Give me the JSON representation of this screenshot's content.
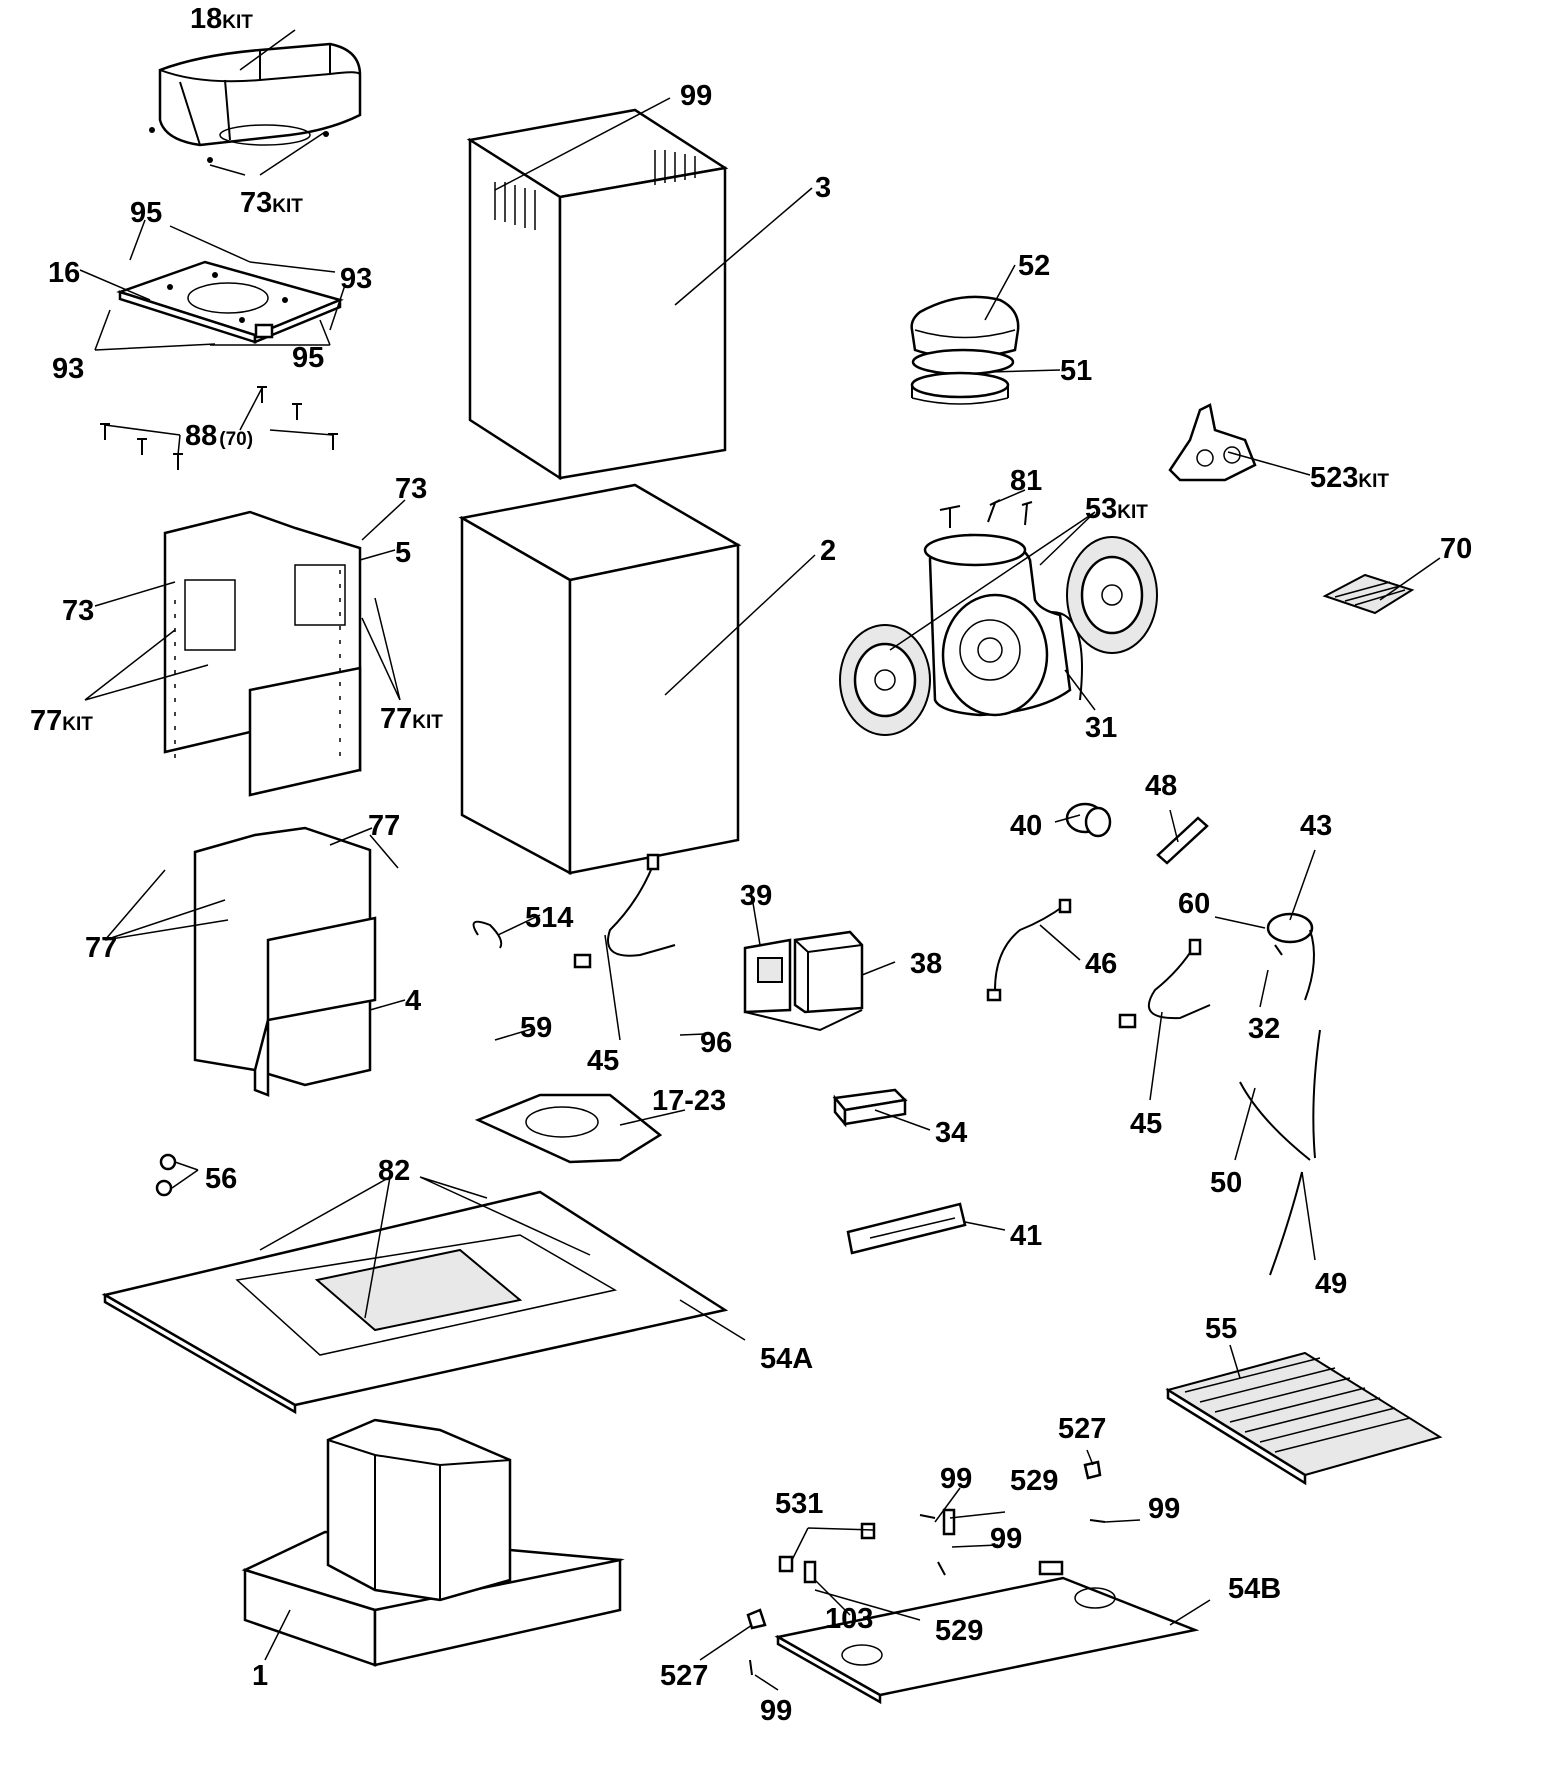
{
  "callouts": [
    {
      "id": "c18",
      "num": "18",
      "suffix": "KIT"
    },
    {
      "id": "c73a",
      "num": "73",
      "suffix": "KIT"
    },
    {
      "id": "c99a",
      "num": "99",
      "suffix": ""
    },
    {
      "id": "c3",
      "num": "3",
      "suffix": ""
    },
    {
      "id": "c95a",
      "num": "95",
      "suffix": ""
    },
    {
      "id": "c16",
      "num": "16",
      "suffix": ""
    },
    {
      "id": "c93a",
      "num": "93",
      "suffix": ""
    },
    {
      "id": "c93b",
      "num": "93",
      "suffix": ""
    },
    {
      "id": "c95b",
      "num": "95",
      "suffix": ""
    },
    {
      "id": "c88",
      "num": "88",
      "suffix": "(70)"
    },
    {
      "id": "c52",
      "num": "52",
      "suffix": ""
    },
    {
      "id": "c51",
      "num": "51",
      "suffix": ""
    },
    {
      "id": "c523",
      "num": "523",
      "suffix": "KIT"
    },
    {
      "id": "c73b",
      "num": "73",
      "suffix": ""
    },
    {
      "id": "c5",
      "num": "5",
      "suffix": ""
    },
    {
      "id": "c73c",
      "num": "73",
      "suffix": ""
    },
    {
      "id": "c77kit1",
      "num": "77",
      "suffix": "KIT"
    },
    {
      "id": "c77kit2",
      "num": "77",
      "suffix": "KIT"
    },
    {
      "id": "c2",
      "num": "2",
      "suffix": ""
    },
    {
      "id": "c81",
      "num": "81",
      "suffix": ""
    },
    {
      "id": "c53",
      "num": "53",
      "suffix": "KIT"
    },
    {
      "id": "c70",
      "num": "70",
      "suffix": ""
    },
    {
      "id": "c31",
      "num": "31",
      "suffix": ""
    },
    {
      "id": "c48",
      "num": "48",
      "suffix": ""
    },
    {
      "id": "c40",
      "num": "40",
      "suffix": ""
    },
    {
      "id": "c43",
      "num": "43",
      "suffix": ""
    },
    {
      "id": "c77a",
      "num": "77",
      "suffix": ""
    },
    {
      "id": "c77b",
      "num": "77",
      "suffix": ""
    },
    {
      "id": "c39",
      "num": "39",
      "suffix": ""
    },
    {
      "id": "c514",
      "num": "514",
      "suffix": ""
    },
    {
      "id": "c38",
      "num": "38",
      "suffix": ""
    },
    {
      "id": "c46",
      "num": "46",
      "suffix": ""
    },
    {
      "id": "c60",
      "num": "60",
      "suffix": ""
    },
    {
      "id": "c4",
      "num": "4",
      "suffix": ""
    },
    {
      "id": "c45a",
      "num": "45",
      "suffix": ""
    },
    {
      "id": "c59",
      "num": "59",
      "suffix": ""
    },
    {
      "id": "c96",
      "num": "96",
      "suffix": ""
    },
    {
      "id": "c32",
      "num": "32",
      "suffix": ""
    },
    {
      "id": "c17",
      "num": "17-23",
      "suffix": ""
    },
    {
      "id": "c34",
      "num": "34",
      "suffix": ""
    },
    {
      "id": "c45b",
      "num": "45",
      "suffix": ""
    },
    {
      "id": "c56",
      "num": "56",
      "suffix": ""
    },
    {
      "id": "c82",
      "num": "82",
      "suffix": ""
    },
    {
      "id": "c50",
      "num": "50",
      "suffix": ""
    },
    {
      "id": "c41",
      "num": "41",
      "suffix": ""
    },
    {
      "id": "c49",
      "num": "49",
      "suffix": ""
    },
    {
      "id": "c55",
      "num": "55",
      "suffix": ""
    },
    {
      "id": "c54a",
      "num": "54A",
      "suffix": ""
    },
    {
      "id": "c527a",
      "num": "527",
      "suffix": ""
    },
    {
      "id": "c99b",
      "num": "99",
      "suffix": ""
    },
    {
      "id": "c529a",
      "num": "529",
      "suffix": ""
    },
    {
      "id": "c99c",
      "num": "99",
      "suffix": ""
    },
    {
      "id": "c531",
      "num": "531",
      "suffix": ""
    },
    {
      "id": "c99d",
      "num": "99",
      "suffix": ""
    },
    {
      "id": "c54b",
      "num": "54B",
      "suffix": ""
    },
    {
      "id": "c103",
      "num": "103",
      "suffix": ""
    },
    {
      "id": "c529b",
      "num": "529",
      "suffix": ""
    },
    {
      "id": "c1",
      "num": "1",
      "suffix": ""
    },
    {
      "id": "c527b",
      "num": "527",
      "suffix": ""
    },
    {
      "id": "c99e",
      "num": "99",
      "suffix": ""
    }
  ]
}
